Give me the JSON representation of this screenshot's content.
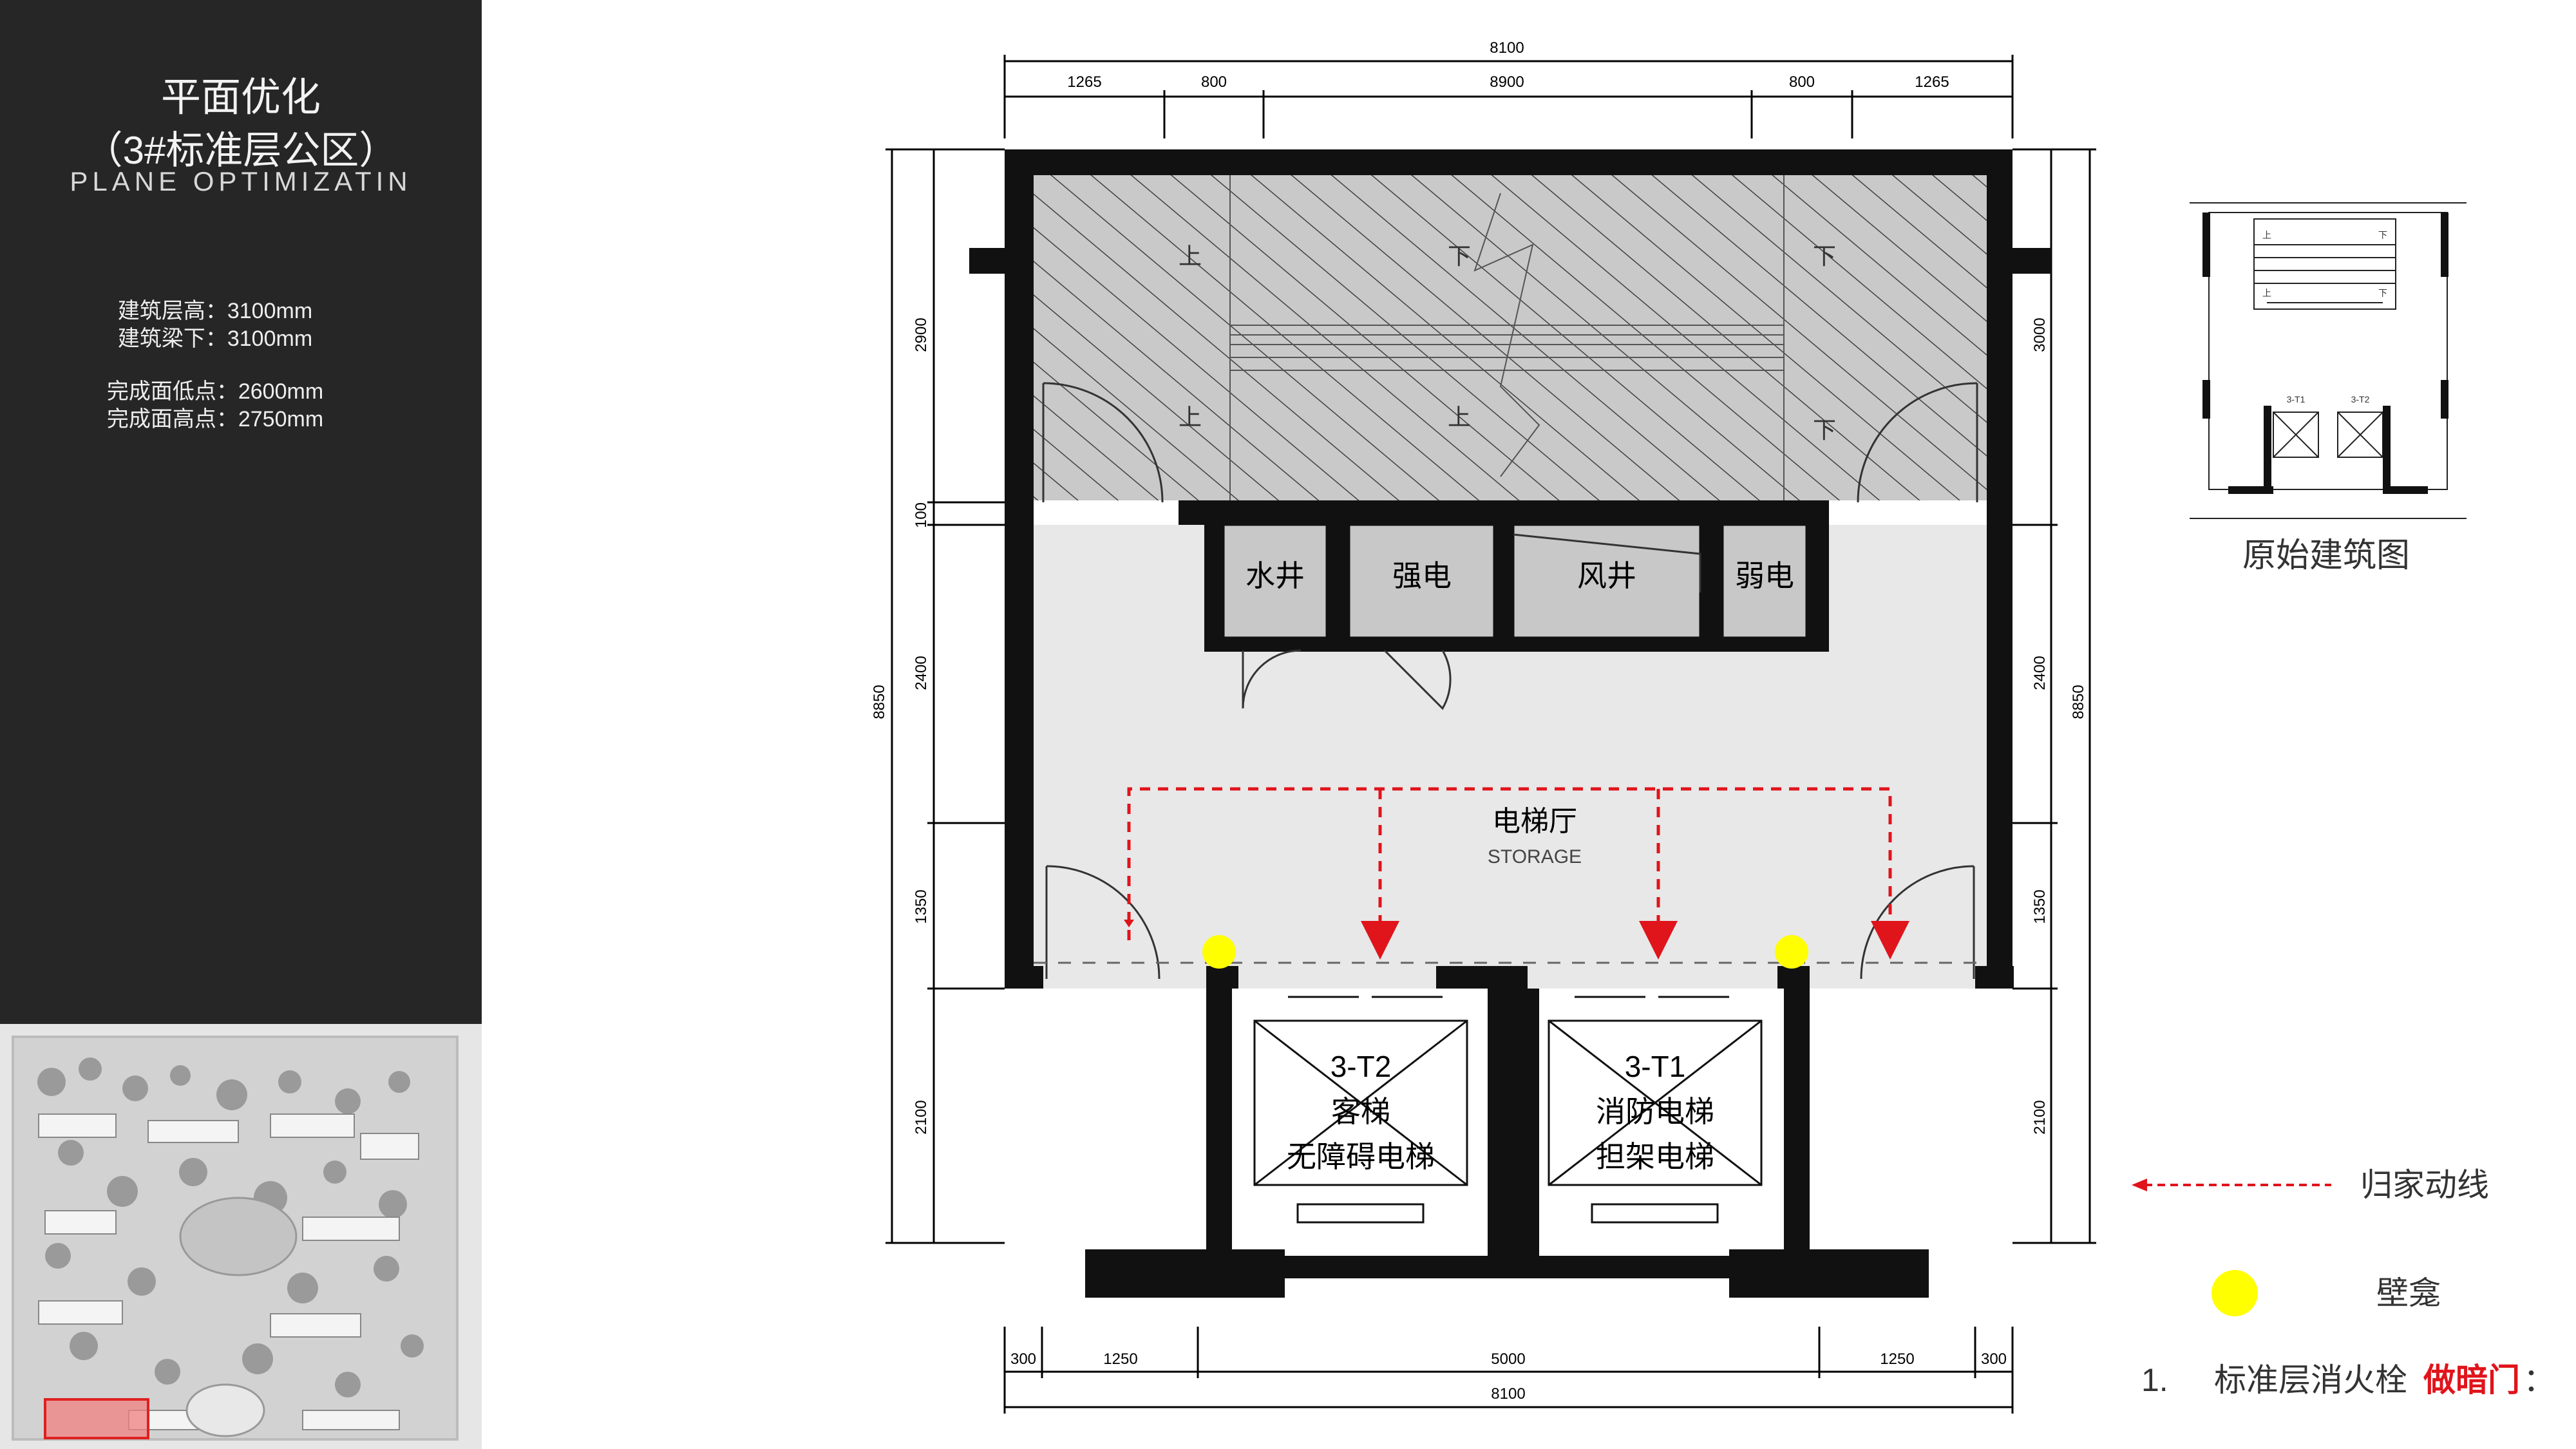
{
  "sidebar": {
    "title": "平面优化",
    "subtitle": "（3#标准层公区）",
    "english": "PLANE OPTIMIZATIN",
    "spec1": "建筑层高：3100mm",
    "spec2": "建筑梁下：3100mm",
    "spec3": "完成面低点：2600mm",
    "spec4": "完成面高点：2750mm"
  },
  "plan": {
    "dims_top": [
      "8100",
      "1265",
      "800",
      "8900",
      "800",
      "1265"
    ],
    "dims_bottom": [
      "300",
      "1250",
      "5000",
      "1250",
      "300",
      "8100"
    ],
    "dims_left": [
      "2900",
      "100",
      "2400",
      "1350",
      "2100",
      "8850"
    ],
    "dims_right": [
      "3000",
      "2400",
      "1350",
      "2100",
      "8850"
    ],
    "shafts": [
      "水井",
      "强电",
      "风井",
      "弱电"
    ],
    "stair_marks": [
      "上",
      "上",
      "下",
      "下",
      "下",
      "上"
    ],
    "hall_name": "电梯厅",
    "hall_en": "STORAGE",
    "elevator_left": {
      "code": "3-T2",
      "line1": "客梯",
      "line2": "无障碍电梯"
    },
    "elevator_right": {
      "code": "3-T1",
      "line1": "消防电梯",
      "line2": "担架电梯"
    }
  },
  "thumbnail": {
    "caption": "原始建筑图",
    "labels": [
      "上",
      "下",
      "上",
      "下",
      "3-T1",
      "3-T2"
    ]
  },
  "legend": {
    "route_label": "归家动线",
    "niche_label": "壁龛",
    "route_color": "#e0141b",
    "niche_color": "#ffff00"
  },
  "note": {
    "number": "1.",
    "text": "标准层消火栓",
    "highlight": "做暗门",
    "tail": "："
  }
}
